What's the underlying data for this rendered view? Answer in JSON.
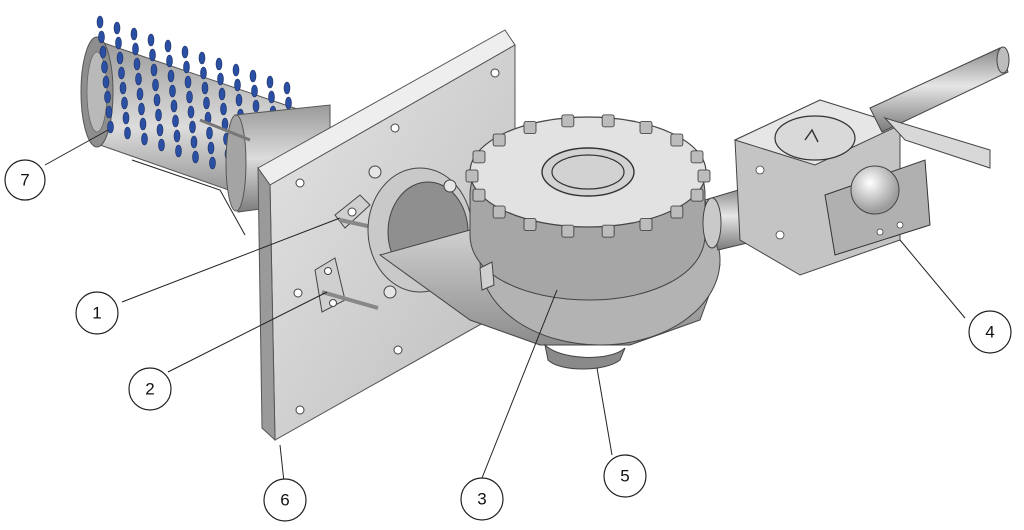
{
  "callouts": [
    {
      "id": "1",
      "label": "1"
    },
    {
      "id": "2",
      "label": "2"
    },
    {
      "id": "3",
      "label": "3"
    },
    {
      "id": "4",
      "label": "4"
    },
    {
      "id": "5",
      "label": "5"
    },
    {
      "id": "6",
      "label": "6"
    },
    {
      "id": "7",
      "label": "7"
    }
  ],
  "colors": {
    "flame_tube_tip": "#2b4fa3",
    "metal_light": "#d9d9d9",
    "metal_mid": "#b5b5b5",
    "metal_dark": "#6e6e6e"
  }
}
